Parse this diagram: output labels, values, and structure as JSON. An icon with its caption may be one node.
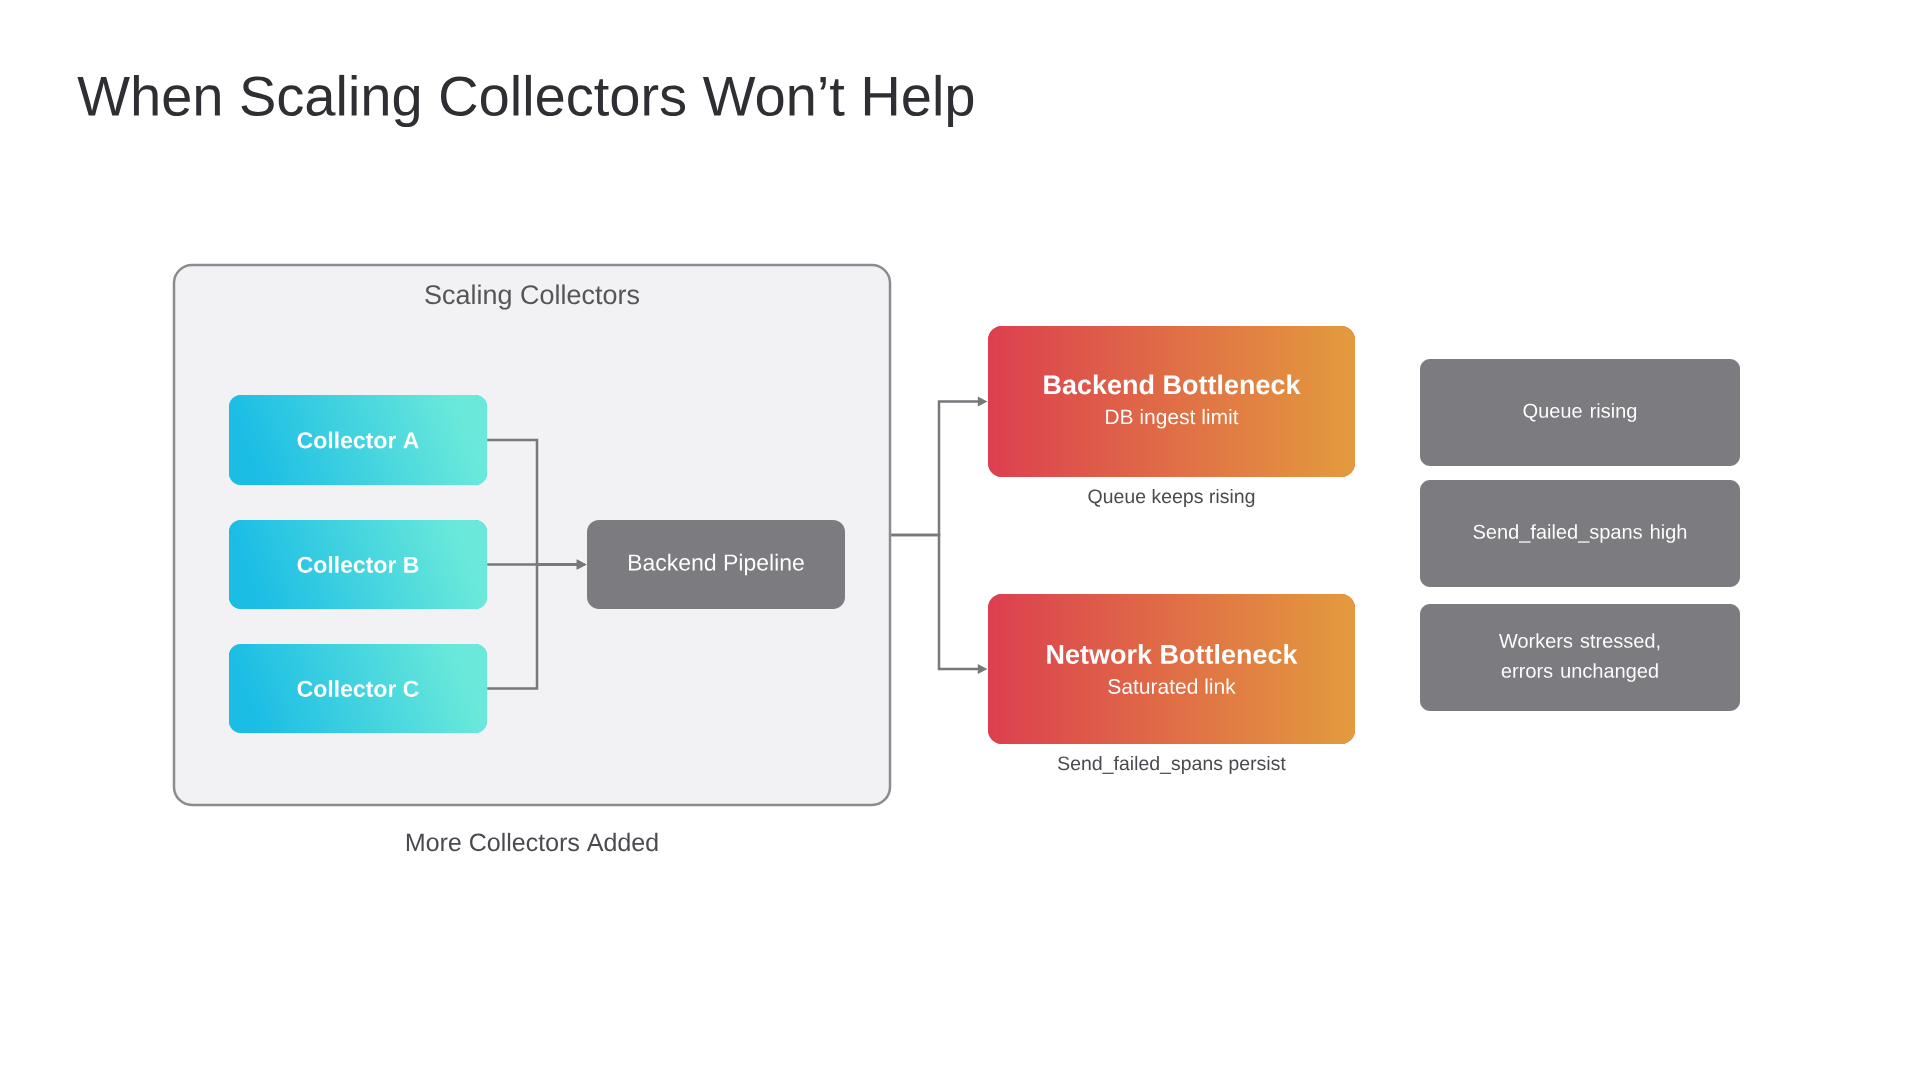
{
  "diagram": {
    "title": "When Scaling Collectors Won’t Help",
    "nodes": [
      {
        "text": [
          "Scaling Collectors"
        ],
        "beside": [
          "More Collectors Added"
        ]
      },
      {
        "text": [
          "Collector A"
        ],
        "in": 0
      },
      {
        "text": [
          "Collector B"
        ],
        "in": 0
      },
      {
        "text": [
          "Collector C"
        ],
        "in": 0
      },
      {
        "text": [
          "Backend Pipeline"
        ],
        "in": 0
      },
      {
        "text": [
          "Backend Bottleneck",
          "DB ingest limit"
        ],
        "beside": [
          "Queue keeps rising"
        ]
      },
      {
        "text": [
          "Network Bottleneck",
          "Saturated link"
        ],
        "beside": [
          "Send_failed_spans persist"
        ]
      },
      {
        "text": [
          "Queue rising"
        ]
      },
      {
        "text": [
          "Send_failed_spans high"
        ]
      },
      {
        "text": [
          "Workers stressed, errors unchanged"
        ]
      }
    ],
    "edges": [
      {
        "from": 1,
        "to": 4,
        "arrow": "to"
      },
      {
        "from": 2,
        "to": 4,
        "arrow": "to"
      },
      {
        "from": 3,
        "to": 4,
        "arrow": "to"
      },
      {
        "from": 0,
        "to": 5,
        "arrow": "to"
      },
      {
        "from": 0,
        "to": 6,
        "arrow": "to"
      }
    ]
  }
}
